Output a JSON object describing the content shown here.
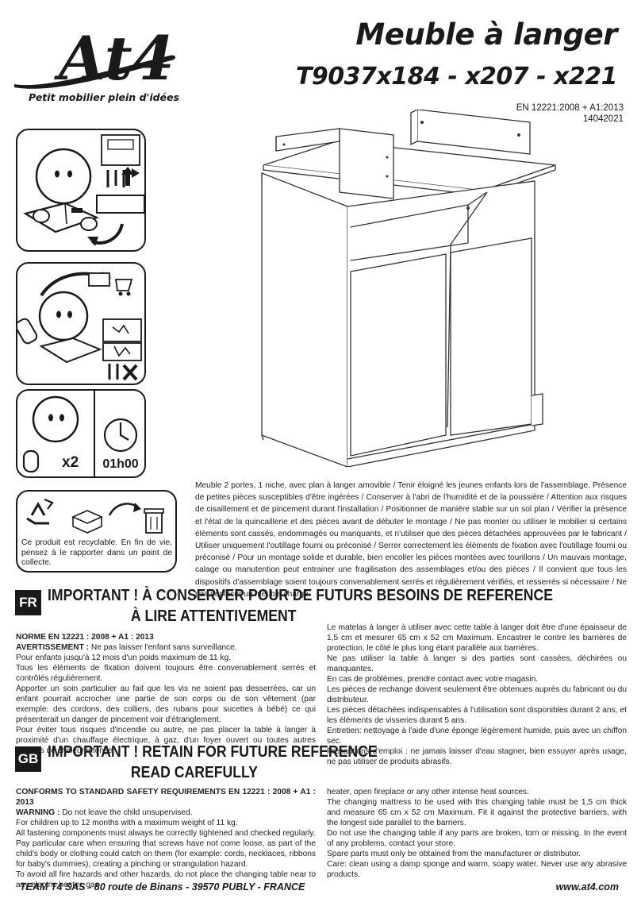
{
  "brand": {
    "logo": "At4",
    "tagline": "Petit mobilier plein d'idées"
  },
  "header": {
    "title": "Meuble à langer",
    "subtitle": "T9037x184 - x207 - x221",
    "norm": "EN 12221:2008 + A1:2013",
    "code": "14042021"
  },
  "panels": {
    "persons": "x2",
    "duration": "01h00",
    "recycle_text": "Ce produit est recyclable. En fin de vie, pensez à le rapporter dans un point de collecte."
  },
  "description": "Meuble 2 portes, 1 niche, avec plan à langer amovible / Tenir éloigné les jeunes enfants lors de l'assemblage. Présence de petites pièces susceptibles d'être ingérées / Conserver à l'abri de l'humidité et de la poussière / Attention aux risques de cisaillement et de pincement durant l'installation / Positionner de manière stable sur un sol plan / Vérifier la présence et l'état de la quincaillerie et des pièces avant de débuter le montage / Ne pas monter ou utiliser le mobilier si certains éléments sont cassés, endommagés ou manquants, et n'utiliser que des pièces détachées approuvées par le fabricant / Utiliser uniquement l'outillage fourni ou préconisé / Serrer correctement les éléments de fixation avec l'outillage fourni ou préconisé / Pour un montage solide et durable, bien encoller les pièces montées avec tourillons / Un mauvais montage, calage ou manutention peut entrainer une fragilisation des assemblages et/ou des pièces / Il convient que tous les dispositifs d'assemblage soient toujours convenablement serrés et régulièrement vérifiés, et resserrés si nécessaire / Ne pas déplacer un meuble chargé.",
  "fr": {
    "badge": "FR",
    "heading_1": "IMPORTANT ! À CONSERVER POUR  DE FUTURS BESOINS DE REFERENCE",
    "heading_2": "À LIRE ATTENTIVEMENT",
    "norm": "NORME EN 12221 : 2008 + A1 : 2013",
    "warning_label": "AVERTISSEMENT :",
    "warning_text": " Ne pas laisser l'enfant sans surveillance.",
    "left": [
      "Pour enfants jusqu'à 12 mois d'un poids maximum de 11 kg.",
      "Tous les éléments de fixation doivent toujours être convenablement serrés et contrôlés régulièrement.",
      "Apporter un soin particulier au fait que les vis ne soient pas desserrées, car un enfant pourrait accrocher une partie de son corps ou de son vêtement (par exemple: des cordons, des colliers, des rubans pour sucettes à bébé) ce qui présenterait un danger de pincement voir d'étranglement.",
      "Pour éviter tous risques d'incendie ou autre, ne pas placer la table à langer à proximité d'un chauffage électrique, à gaz, d'un foyer ouvert ou toutes autres sources de chaleur intense."
    ],
    "right": [
      "Le matelas à langer à utiliser avec cette table à langer doit être d'une épaisseur de 1,5 cm et mesurer 65 cm x 52 cm Maximum. Encastrer le contre les barrières de protection, le côté le plus long étant parallèle aux barrières.",
      "Ne pas utiliser la table à langer si des parties sont cassées, déchirées ou manquantes.",
      "En cas de problèmes, prendre contact avec votre magasin.",
      "Les pièces de rechange doivent seulement être obtenues auprès du fabricant ou du distributeur.",
      "Les pièces détachées indispensables à l'utilisation sont disponibles durant 2 ans, et les éléments de visseries durant 5 ans.",
      "Entretien: nettoyage à l'aide d'une éponge légèrement humide, puis avec un chiffon sec.",
      "Précautions d'emploi : ne jamais laisser d'eau stagner, bien essuyer après usage, ne pas utiliser de produits abrasifs."
    ]
  },
  "gb": {
    "badge": "GB",
    "heading_1": "IMPORTANT ! RETAIN FOR FUTURE REFERENCE",
    "heading_2": "READ CAREFULLY",
    "norm": "CONFORMS TO STANDARD SAFETY REQUIREMENTS EN 12221 : 2008 + A1 : 2013",
    "warning_label": "WARNING :",
    "warning_text": " Do not leave the child unsupervised.",
    "left": [
      "For children up to 12 months with a maximum weight of 11 kg.",
      "All fastening components must always be correctly tightened and checked regularly.",
      "Pay particular care when ensuring that screws have not come loose, as part of the child's body or clothing could catch on them (for example: cords, necklaces, ribbons for baby's dummies), creating a pinching or strangulation hazard.",
      "To avoid all fire hazards and other hazards, do not place the changing table near to any electric heater, gas"
    ],
    "right": [
      "heater, open fireplace or any other intense heat sources.",
      "The changing mattress to be used with this changing table must be 1,5 cm thick and measure 65 cm x 52 cm Maximum. Fit it against the protective barriers, with the longest side parallel to the barriers.",
      "Do not use the changing table if any parts are broken, torn or missing. In the event of any problems, contact your store.",
      "Spare parts must only be obtained from the manufacturer or distributor.",
      "Care: clean using a damp sponge and warm, soapy water. Never use any abrasive products."
    ]
  },
  "footer": {
    "address": "TEAM T4 SAS - 80 route de Binans - 39570 PUBLY - FRANCE",
    "website": "www.at4.com"
  }
}
